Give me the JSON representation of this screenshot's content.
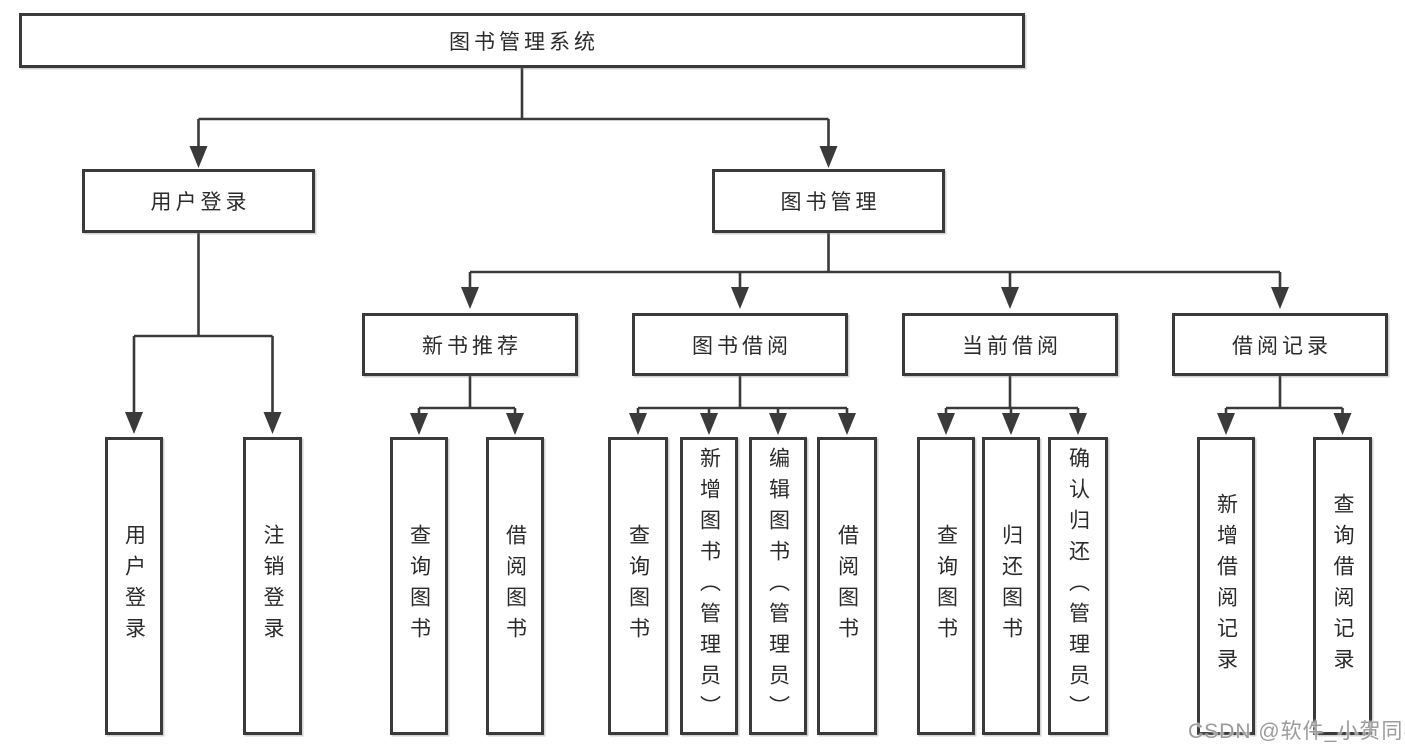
{
  "diagram": {
    "root": "图书管理系统",
    "level1": [
      "用户登录",
      "图书管理"
    ],
    "level2": [
      "新书推荐",
      "图书借阅",
      "当前借阅",
      "借阅记录"
    ],
    "leaves": {
      "user_login": [
        "用户登录",
        "注销登录"
      ],
      "new_books": [
        "查询图书",
        "借阅图书"
      ],
      "borrowing": [
        "查询图书",
        "新增图书（管理员）",
        "编辑图书（管理员）",
        "借阅图书"
      ],
      "current": [
        "查询图书",
        "归还图书",
        "确认归还（管理员）"
      ],
      "records": [
        "新增借阅记录",
        "查询借阅记录"
      ]
    }
  },
  "watermark": {
    "text": "CSDN @软件_小贺同学",
    "color": "#9b9b9b"
  },
  "colors": {
    "line": "#3a3a3a",
    "box_border": "#3a3a3a",
    "text": "#2b2b2b",
    "background": "#ffffff"
  }
}
